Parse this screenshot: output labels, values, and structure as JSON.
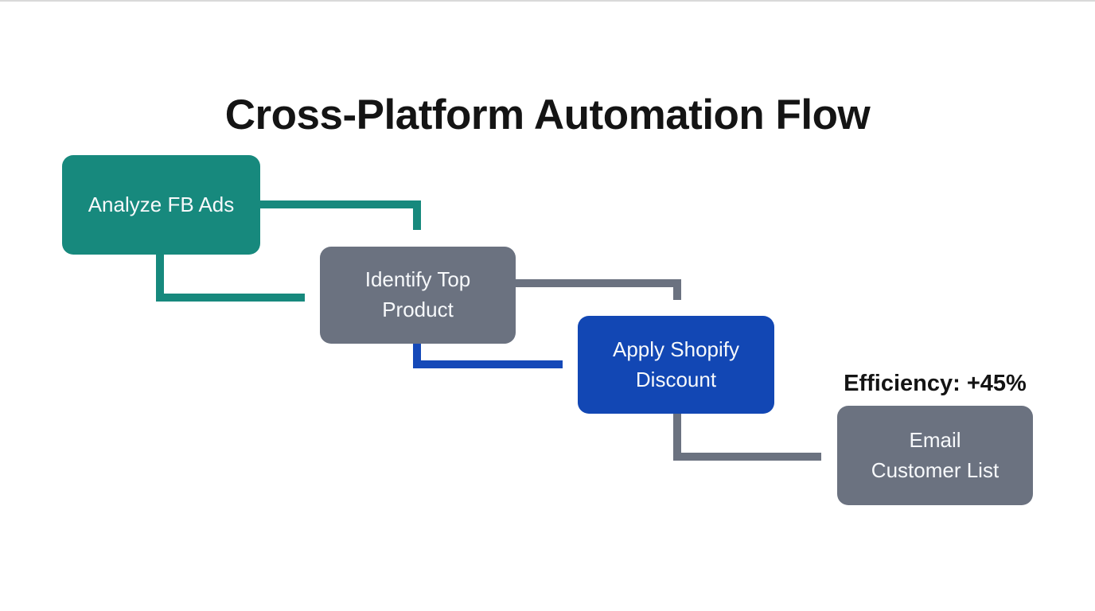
{
  "title": "Cross-Platform Automation Flow",
  "colors": {
    "background": "#ffffff",
    "title_text": "#141414",
    "node_text": "#f7f9fb",
    "teal": "#17897d",
    "gray": "#6b7280",
    "blue": "#1247b4",
    "blue_arrow": "#1549b8"
  },
  "diagram": {
    "type": "flowchart",
    "nodes": [
      {
        "id": "analyze-fb-ads",
        "label": "Analyze FB Ads",
        "color": "#17897d"
      },
      {
        "id": "identify-top-product",
        "label": "Identify Top\nProduct",
        "color": "#6b7280"
      },
      {
        "id": "apply-shopify-discount",
        "label": "Apply Shopify\nDiscount",
        "color": "#1247b4"
      },
      {
        "id": "email-customer-list",
        "label": "Email\nCustomer List",
        "color": "#6b7280"
      }
    ],
    "edges": [
      {
        "from": "analyze-fb-ads",
        "to": "identify-top-product",
        "route": "right-then-down",
        "color": "#17897d"
      },
      {
        "from": "analyze-fb-ads",
        "to": "identify-top-product",
        "route": "down-then-right",
        "color": "#17897d"
      },
      {
        "from": "identify-top-product",
        "to": "apply-shopify-discount",
        "route": "right-then-down",
        "color": "#6b7280"
      },
      {
        "from": "identify-top-product",
        "to": "apply-shopify-discount",
        "route": "down-then-right",
        "color": "#1549b8"
      },
      {
        "from": "apply-shopify-discount",
        "to": "email-customer-list",
        "route": "down-then-right",
        "color": "#6b7280"
      }
    ],
    "annotation": {
      "text": "Efficiency: +45%",
      "attached_to": "email-customer-list"
    }
  }
}
